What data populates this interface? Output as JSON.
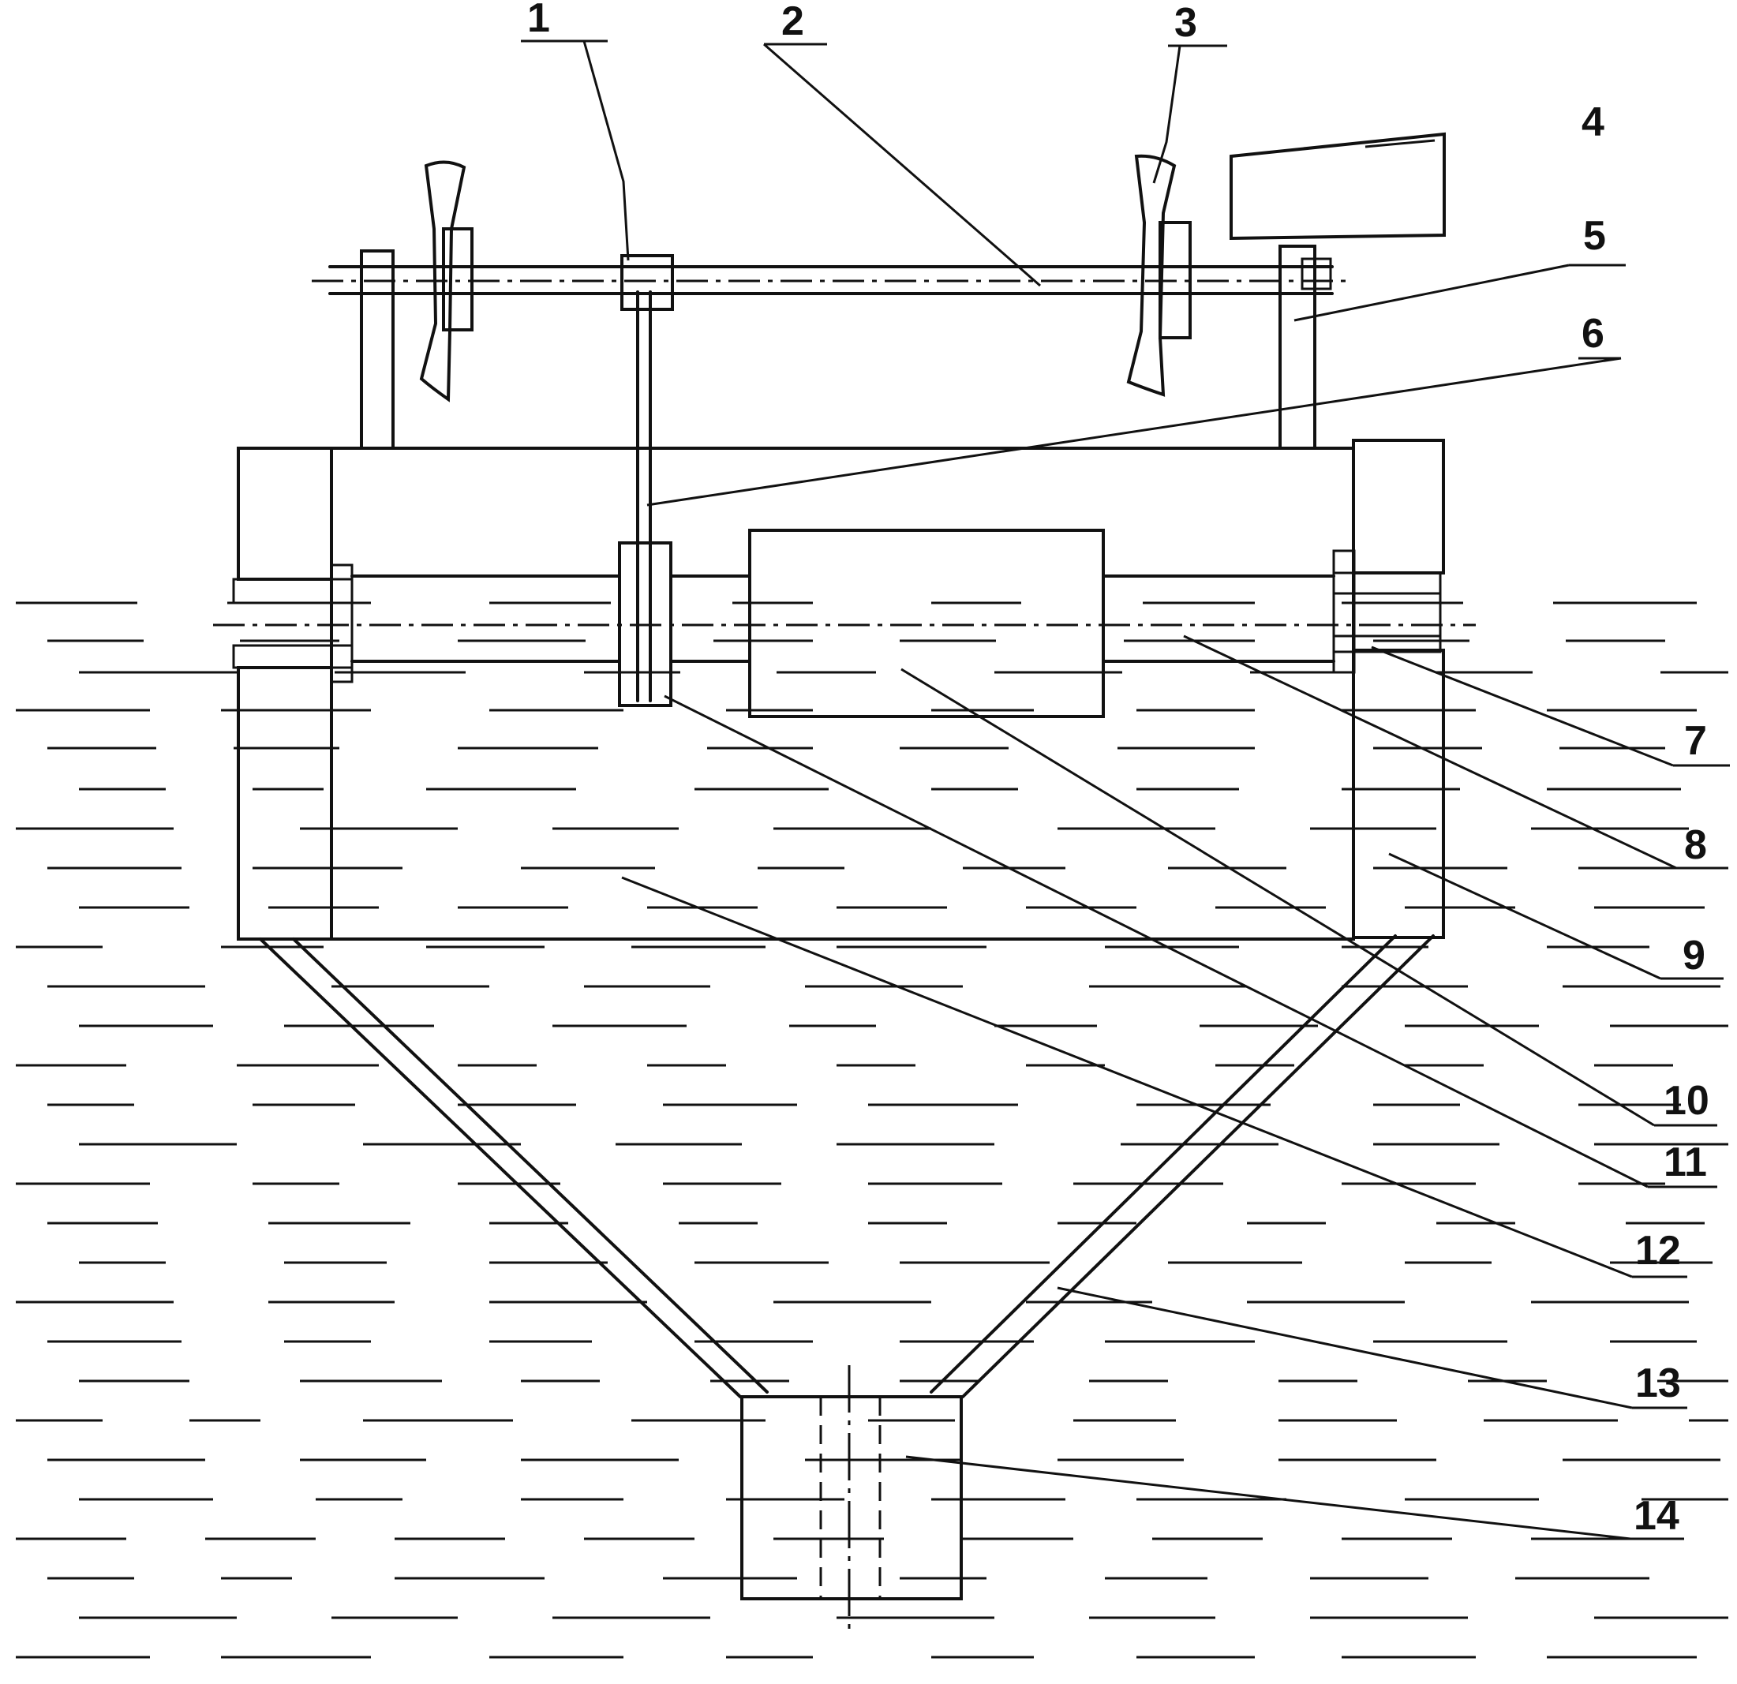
{
  "callouts": [
    {
      "number": "1"
    },
    {
      "number": "2"
    },
    {
      "number": "3"
    },
    {
      "number": "4"
    },
    {
      "number": "5"
    },
    {
      "number": "6"
    },
    {
      "number": "7"
    },
    {
      "number": "8"
    },
    {
      "number": "9"
    },
    {
      "number": "10"
    },
    {
      "number": "11"
    },
    {
      "number": "12"
    },
    {
      "number": "13"
    },
    {
      "number": "14"
    }
  ]
}
